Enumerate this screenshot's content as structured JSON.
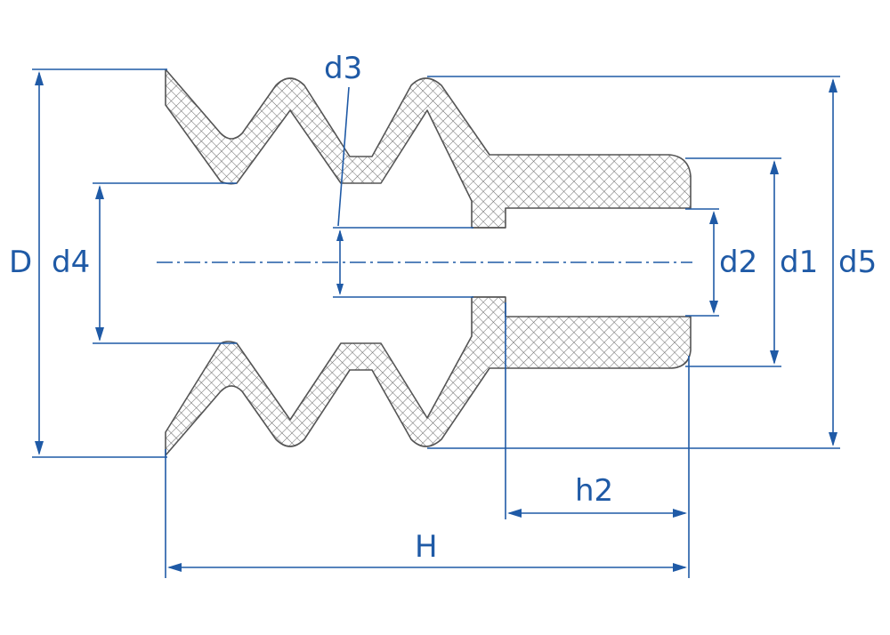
{
  "colors": {
    "dimension": "#1f5aa6",
    "outline": "#555555",
    "hatch": "#6a6a6a",
    "background": "#ffffff"
  },
  "labels": {
    "D": "D",
    "d4": "d4",
    "d3": "d3",
    "d2": "d2",
    "d1": "d1",
    "d5": "d5",
    "h2": "h2",
    "H": "H"
  }
}
